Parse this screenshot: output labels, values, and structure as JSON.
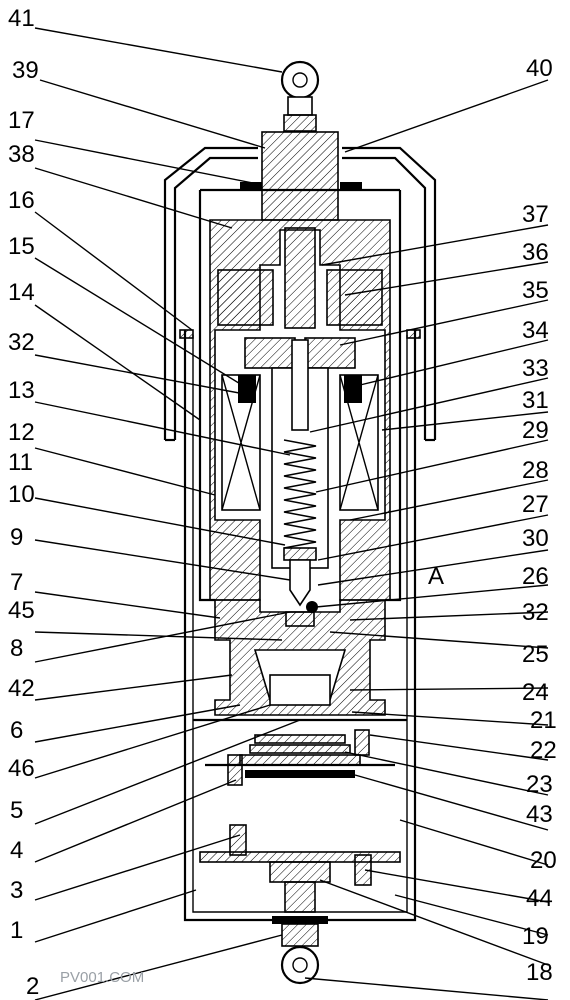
{
  "labels_left": [
    "41",
    "39",
    "17",
    "38",
    "16",
    "15",
    "14",
    "32",
    "13",
    "12",
    "11",
    "10",
    "9",
    "7",
    "45",
    "8",
    "42",
    "6",
    "46",
    "5",
    "4",
    "3",
    "1",
    "2"
  ],
  "labels_right": [
    "40",
    "37",
    "36",
    "35",
    "34",
    "33",
    "31",
    "29",
    "28",
    "27",
    "30",
    "A",
    "26",
    "32",
    "25",
    "24",
    "21",
    "22",
    "23",
    "43",
    "20",
    "44",
    "19",
    "18"
  ],
  "watermark": "PV001.COM"
}
